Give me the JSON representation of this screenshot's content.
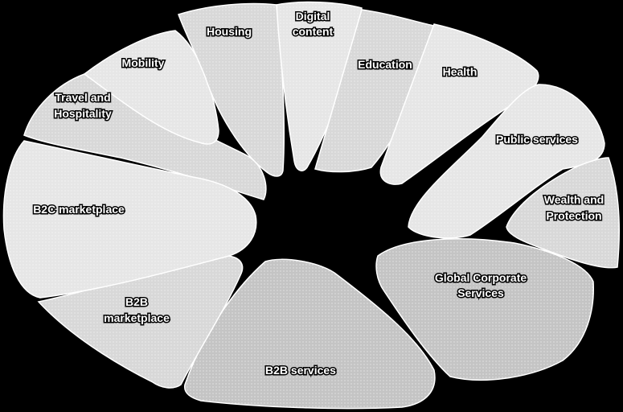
{
  "colors": {
    "background": "#000000",
    "petal_fill": "#d9d9d9",
    "outline": "#ffffff",
    "label_text": "#ffffff"
  },
  "segments": [
    {
      "key": "housing",
      "lines": [
        "Housing"
      ]
    },
    {
      "key": "digital",
      "lines": [
        "Digital",
        "content"
      ]
    },
    {
      "key": "education",
      "lines": [
        "Education"
      ]
    },
    {
      "key": "health",
      "lines": [
        "Health"
      ]
    },
    {
      "key": "public",
      "lines": [
        "Public services"
      ]
    },
    {
      "key": "wealth",
      "lines": [
        "Wealth and",
        "Protection"
      ]
    },
    {
      "key": "global",
      "lines": [
        "Global Corporate",
        "Services"
      ]
    },
    {
      "key": "b2bservices",
      "lines": [
        "B2B services"
      ]
    },
    {
      "key": "b2bmarket",
      "lines": [
        "B2B",
        "marketplace"
      ]
    },
    {
      "key": "b2c",
      "lines": [
        "B2C marketplace"
      ]
    },
    {
      "key": "travel",
      "lines": [
        "Travel and",
        "Hospitality"
      ]
    },
    {
      "key": "mobility",
      "lines": [
        "Mobility"
      ]
    }
  ]
}
